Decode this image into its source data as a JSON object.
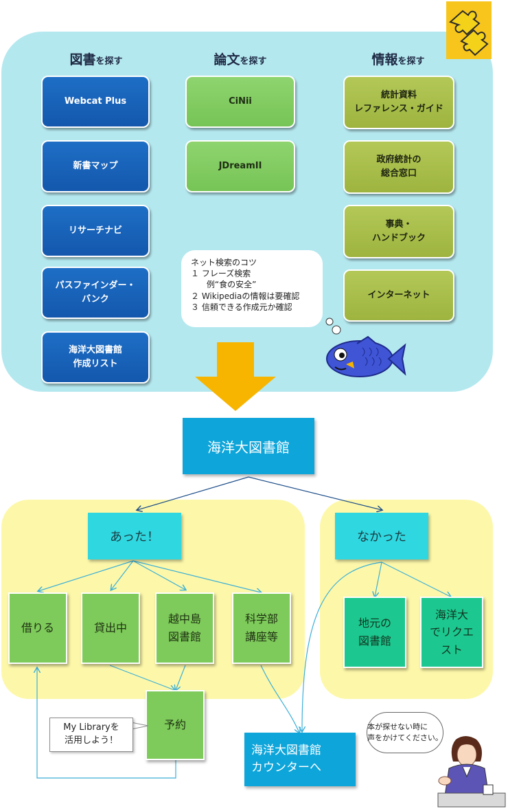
{
  "columns": {
    "books": {
      "big": "図書",
      "small": "を探す"
    },
    "papers": {
      "big": "論文",
      "small": "を探す"
    },
    "info": {
      "big": "情報",
      "small": "を探す"
    }
  },
  "books_buttons": [
    "Webcat Plus",
    "新書マップ",
    "リサーチナビ",
    "パスファインダー・\nバンク",
    "海洋大図書館\n作成リスト"
  ],
  "papers_buttons": [
    "CiNii",
    "JDreamII"
  ],
  "info_buttons": [
    "統計資料\nレファレンス・ガイド",
    "政府統計の\n総合窓口",
    "事典・\nハンドブック",
    "インターネット"
  ],
  "tips": {
    "title": "ネット検索のコツ",
    "lines": [
      "１ フレーズ検索",
      "      例“食の安全”",
      "２ Wikipediaの情報は要確認",
      "３ 信頼できる作成元か確認"
    ]
  },
  "library": "海洋大図書館",
  "found": "あった！",
  "not_found": "なかった",
  "found_options": [
    "借りる",
    "貸出中",
    "越中島\n図書館",
    "科学部\n講座等"
  ],
  "not_found_options": [
    "地元の\n図書館",
    "海洋大\nでリクエ\nスト"
  ],
  "reserve": "予約",
  "mylibrary": "My Libraryを\n活用しよう！",
  "counter": "海洋大図書館\nカウンターへ",
  "staff_speech": "本が探せない時に\n声をかけてください。",
  "colors": {
    "panel": "#b4e8ef",
    "books": "#1e6ec6",
    "papers": "#8fd46f",
    "info": "#b3c857",
    "library": "#0da5da",
    "arrow": "#f7b500",
    "yellow": "#fdf8a9"
  }
}
